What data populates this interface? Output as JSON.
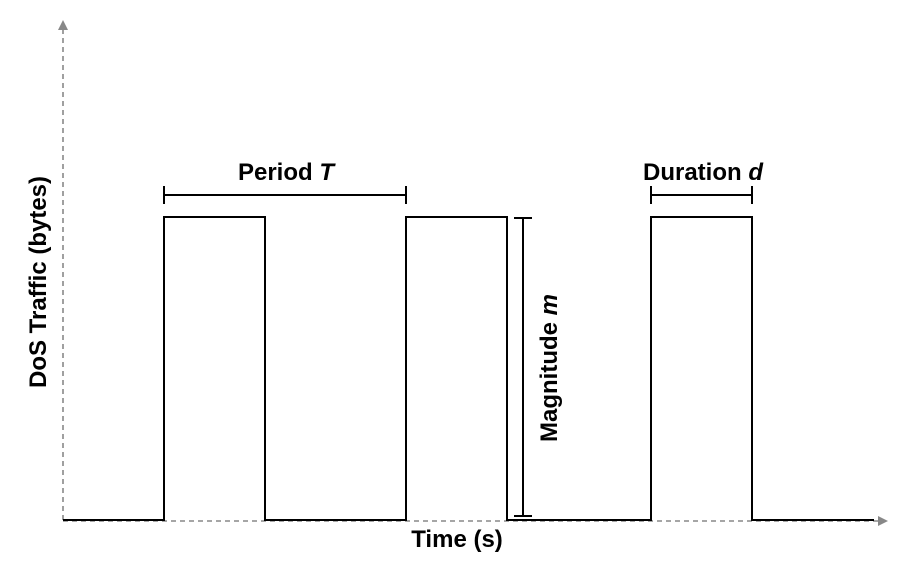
{
  "diagram": {
    "y_axis_label": "DoS Traffic (bytes)",
    "x_axis_label": "Time (s)",
    "period": {
      "word": "Period",
      "symbol": "T"
    },
    "duration": {
      "word": "Duration",
      "symbol": "d"
    },
    "magnitude": {
      "word": "Magnitude",
      "symbol": "m"
    }
  },
  "colors": {
    "signal": "#000000",
    "axis": "#888888"
  }
}
